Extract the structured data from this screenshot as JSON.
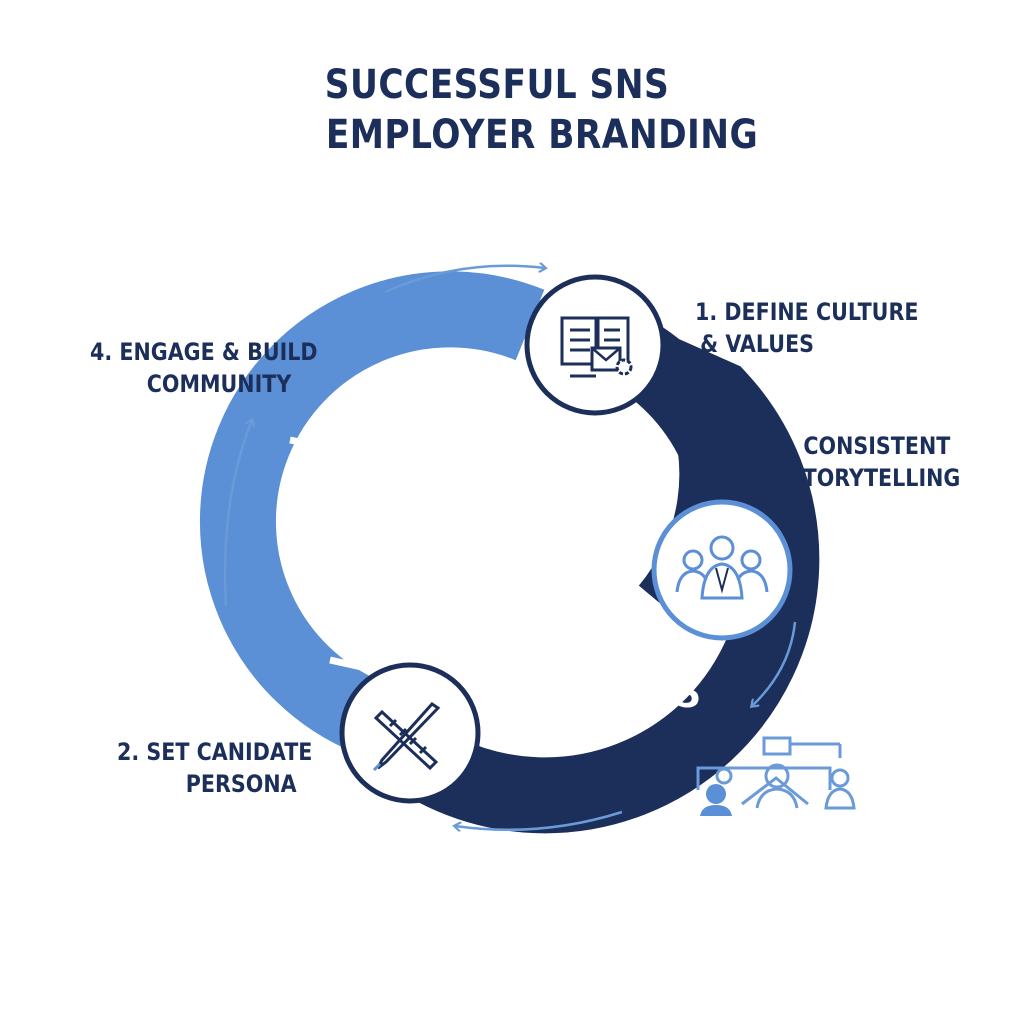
{
  "title": {
    "line1": "SUCCESSFUL SNS",
    "line2": "EMPLOYER BRANDING"
  },
  "steps": [
    {
      "line1": "1. DEFINE CULTURE",
      "line2": "& VALUES",
      "icon": "document-gear-icon"
    },
    {
      "line1": "2. SET CANIDATE",
      "line2": "PERSONA",
      "icon": "pen-ruler-icon"
    },
    {
      "line1": "3. CONSISTENT",
      "line2": "STORYTELLING",
      "icon": "people-group-icon"
    },
    {
      "line1": "4. ENGAGE & BUILD",
      "line2": "COMMUNITY",
      "icon": "community-network-icon"
    }
  ],
  "ring_numbers": {
    "light_segment": "4",
    "dark_segment": "25"
  },
  "colors": {
    "navy": "#1c2e5a",
    "blue": "#5b8fd6",
    "light_arrow": "#6a9bd8",
    "white": "#ffffff"
  }
}
